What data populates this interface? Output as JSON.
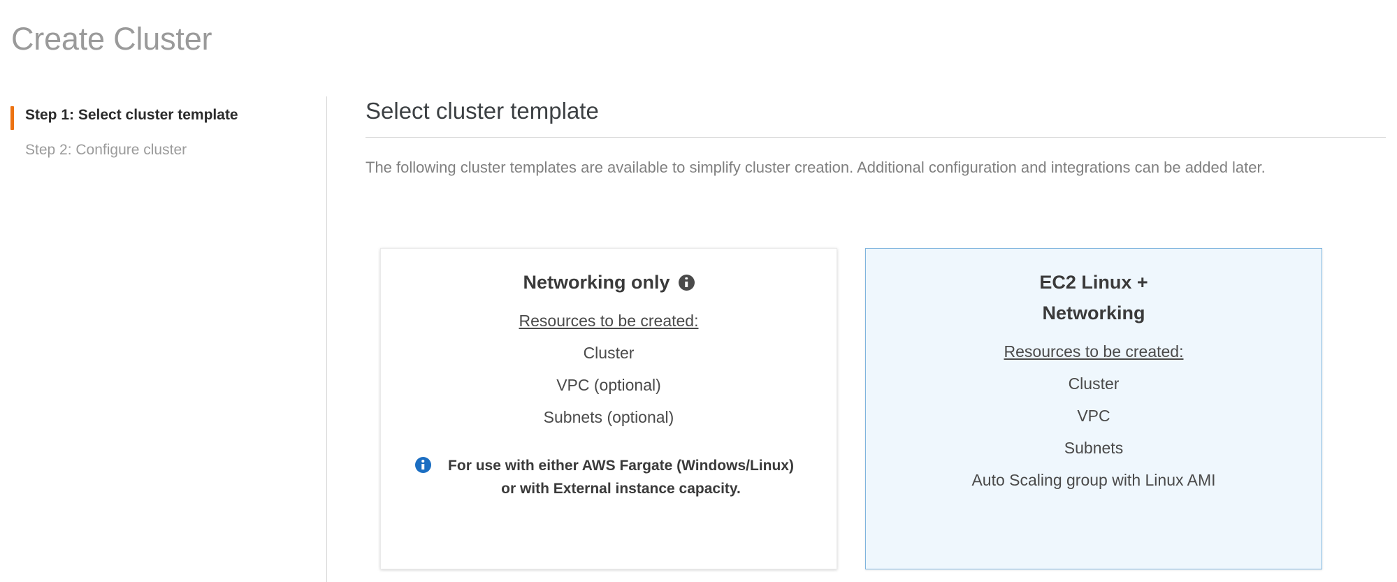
{
  "page": {
    "title": "Create Cluster"
  },
  "wizard": {
    "steps": [
      {
        "label": "Step 1: Select cluster template",
        "state": "active"
      },
      {
        "label": "Step 2: Configure cluster",
        "state": "inactive"
      }
    ],
    "active_marker_color": "#ec7211"
  },
  "main": {
    "heading": "Select cluster template",
    "description": "The following cluster templates are available to simplify cluster creation. Additional configuration and integrations can be added later."
  },
  "cards": [
    {
      "id": "networking-only",
      "title": "Networking only",
      "has_title_info_icon": true,
      "title_info_icon": "info-icon",
      "resources_label": "Resources to be created:",
      "resources": [
        "Cluster",
        "VPC (optional)",
        "Subnets (optional)"
      ],
      "note_icon": "info-icon",
      "note_line_1": "For use with either AWS Fargate (Windows/Linux)",
      "note_line_2": "or with External instance capacity.",
      "selected": false
    },
    {
      "id": "ec2-linux-networking",
      "title_line_1": "EC2 Linux +",
      "title_line_2": "Networking",
      "has_title_info_icon": false,
      "resources_label": "Resources to be created:",
      "resources": [
        "Cluster",
        "VPC",
        "Subnets",
        "Auto Scaling group with Linux AMI"
      ],
      "selected": true
    }
  ],
  "colors": {
    "accent_orange": "#ec7211",
    "selected_card_bg": "#eff7fd",
    "selected_card_border": "#7eb4de",
    "info_blue": "#1b6ec2",
    "muted_text": "#808080"
  }
}
